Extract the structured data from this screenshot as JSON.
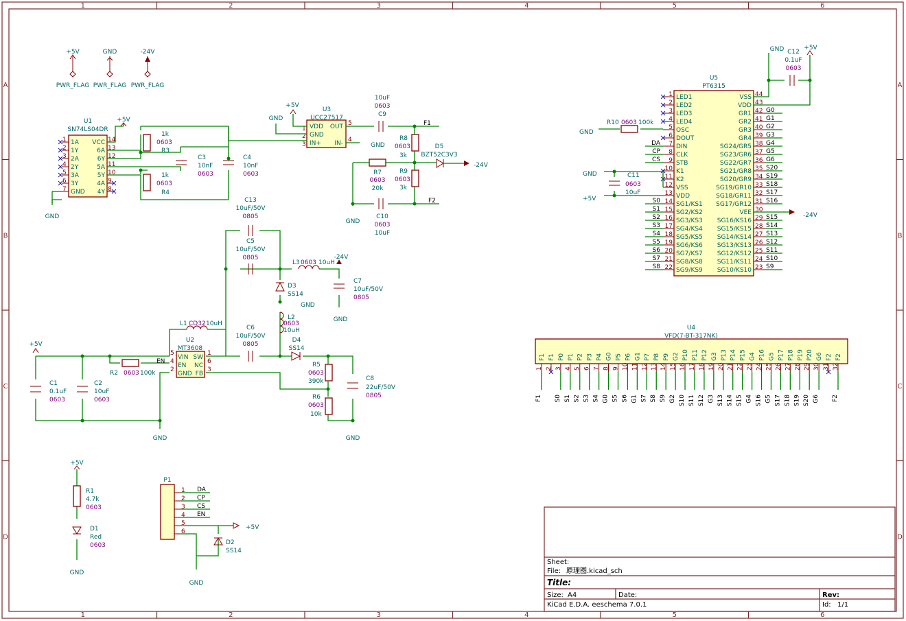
{
  "border": {
    "cols": [
      "1",
      "2",
      "3",
      "4",
      "5",
      "6"
    ],
    "rows": [
      "A",
      "B",
      "C",
      "D"
    ]
  },
  "power_flags": [
    {
      "net": "+5V",
      "label": "PWR_FLAG"
    },
    {
      "net": "GND",
      "label": "PWR_FLAG"
    },
    {
      "net": "-24V",
      "label": "PWR_FLAG"
    }
  ],
  "u1": {
    "ref": "U1",
    "value": "SN74LS04DR",
    "left_pins": [
      {
        "n": "1",
        "name": "1A"
      },
      {
        "n": "2",
        "name": "1Y"
      },
      {
        "n": "3",
        "name": "2A"
      },
      {
        "n": "4",
        "name": "2Y"
      },
      {
        "n": "5",
        "name": "3A"
      },
      {
        "n": "6",
        "name": "3Y"
      },
      {
        "n": "7",
        "name": "GND"
      }
    ],
    "right_pins": [
      {
        "n": "14",
        "name": "VCC"
      },
      {
        "n": "13",
        "name": "6A"
      },
      {
        "n": "12",
        "name": "6Y"
      },
      {
        "n": "11",
        "name": "5A"
      },
      {
        "n": "10",
        "name": "5Y"
      },
      {
        "n": "9",
        "name": "4A"
      },
      {
        "n": "8",
        "name": "4Y"
      }
    ]
  },
  "u3": {
    "ref": "U3",
    "value": "UCC27517",
    "pins": [
      {
        "n": "1",
        "name": "VDD"
      },
      {
        "n": "2",
        "name": "GND"
      },
      {
        "n": "3",
        "name": "IN+"
      },
      {
        "n": "5",
        "name": "OUT"
      },
      {
        "n": "4",
        "name": "IN-"
      }
    ]
  },
  "u2": {
    "ref": "U2",
    "value": "MT3608",
    "pins": [
      {
        "n": "5",
        "name": "VIN"
      },
      {
        "n": "4",
        "name": "EN"
      },
      {
        "n": "2",
        "name": "GND"
      },
      {
        "n": "1",
        "name": "SW"
      },
      {
        "n": "6",
        "name": "NC"
      },
      {
        "n": "3",
        "name": "FB"
      }
    ]
  },
  "u5": {
    "ref": "U5",
    "value": "PT6315",
    "left_pins": [
      {
        "n": "1",
        "name": "LED1"
      },
      {
        "n": "2",
        "name": "LED2"
      },
      {
        "n": "3",
        "name": "LED3"
      },
      {
        "n": "4",
        "name": "LED4"
      },
      {
        "n": "5",
        "name": "OSC"
      },
      {
        "n": "6",
        "name": "DOUT"
      },
      {
        "n": "7",
        "name": "DIN"
      },
      {
        "n": "8",
        "name": "CLK"
      },
      {
        "n": "9",
        "name": "STB"
      },
      {
        "n": "10",
        "name": "K1"
      },
      {
        "n": "11",
        "name": "K2"
      },
      {
        "n": "12",
        "name": "VSS"
      },
      {
        "n": "13",
        "name": "VDD"
      },
      {
        "n": "14",
        "name": "SG1/KS1"
      },
      {
        "n": "15",
        "name": "SG2/KS2"
      },
      {
        "n": "16",
        "name": "SG3/KS3"
      },
      {
        "n": "17",
        "name": "SG4/KS4"
      },
      {
        "n": "18",
        "name": "SG5/KS5"
      },
      {
        "n": "19",
        "name": "SG6/KS6"
      },
      {
        "n": "20",
        "name": "SG7/KS7"
      },
      {
        "n": "21",
        "name": "SG8/KS8"
      },
      {
        "n": "22",
        "name": "SG9/KS9"
      }
    ],
    "right_pins": [
      {
        "n": "44",
        "name": "VSS"
      },
      {
        "n": "43",
        "name": "VDD"
      },
      {
        "n": "42",
        "name": "GR1"
      },
      {
        "n": "41",
        "name": "GR2"
      },
      {
        "n": "40",
        "name": "GR3"
      },
      {
        "n": "39",
        "name": "GR4"
      },
      {
        "n": "38",
        "name": "SG24/GR5"
      },
      {
        "n": "37",
        "name": "SG23/GR6"
      },
      {
        "n": "36",
        "name": "SG22/GR7"
      },
      {
        "n": "35",
        "name": "SG21/GR8"
      },
      {
        "n": "34",
        "name": "SG20/GR9"
      },
      {
        "n": "33",
        "name": "SG19/GR10"
      },
      {
        "n": "32",
        "name": "SG18/GR11"
      },
      {
        "n": "31",
        "name": "SG17/GR12"
      },
      {
        "n": "30",
        "name": "VEE"
      },
      {
        "n": "29",
        "name": "SG16/KS16"
      },
      {
        "n": "28",
        "name": "SG15/KS15"
      },
      {
        "n": "27",
        "name": "SG14/KS14"
      },
      {
        "n": "26",
        "name": "SG13/KS13"
      },
      {
        "n": "25",
        "name": "SG12/KS12"
      },
      {
        "n": "24",
        "name": "SG11/KS11"
      },
      {
        "n": "23",
        "name": "SG10/KS10"
      }
    ],
    "left_nets": [
      "",
      "",
      "",
      "",
      "",
      "",
      "DA",
      "CP",
      "CS",
      "",
      "",
      "",
      "",
      "S0",
      "S1",
      "S2",
      "S3",
      "S4",
      "S5",
      "S6",
      "S7",
      "S8"
    ],
    "right_nets": [
      "",
      "",
      "G0",
      "G1",
      "G2",
      "G3",
      "G4",
      "G5",
      "G6",
      "S20",
      "S19",
      "S18",
      "S17",
      "S16",
      "",
      "S15",
      "S14",
      "S13",
      "S12",
      "S11",
      "S10",
      "S9"
    ]
  },
  "u4": {
    "ref": "U4",
    "value": "VFD(7-BT-317NK)",
    "pins": [
      {
        "n": "1",
        "name": "F1",
        "net": "F1"
      },
      {
        "n": "2",
        "name": "F1",
        "net": ""
      },
      {
        "n": "3",
        "name": "P0",
        "net": "S0"
      },
      {
        "n": "4",
        "name": "P1",
        "net": "S1"
      },
      {
        "n": "5",
        "name": "P2",
        "net": "S2"
      },
      {
        "n": "6",
        "name": "P3",
        "net": "S3"
      },
      {
        "n": "7",
        "name": "P4",
        "net": "S4"
      },
      {
        "n": "8",
        "name": "G0",
        "net": "G0"
      },
      {
        "n": "9",
        "name": "P5",
        "net": "S5"
      },
      {
        "n": "10",
        "name": "P6",
        "net": "S6"
      },
      {
        "n": "11",
        "name": "G1",
        "net": "G1"
      },
      {
        "n": "12",
        "name": "P7",
        "net": "S7"
      },
      {
        "n": "13",
        "name": "P8",
        "net": "S8"
      },
      {
        "n": "14",
        "name": "P9",
        "net": "S9"
      },
      {
        "n": "15",
        "name": "G2",
        "net": "G2"
      },
      {
        "n": "16",
        "name": "P10",
        "net": "S10"
      },
      {
        "n": "17",
        "name": "P11",
        "net": "S11"
      },
      {
        "n": "18",
        "name": "P12",
        "net": "S12"
      },
      {
        "n": "19",
        "name": "G3",
        "net": "G3"
      },
      {
        "n": "20",
        "name": "P13",
        "net": "S13"
      },
      {
        "n": "21",
        "name": "P14",
        "net": "S14"
      },
      {
        "n": "22",
        "name": "P15",
        "net": "S15"
      },
      {
        "n": "23",
        "name": "G4",
        "net": "G4"
      },
      {
        "n": "24",
        "name": "P16",
        "net": "S16"
      },
      {
        "n": "25",
        "name": "G5",
        "net": "G5"
      },
      {
        "n": "26",
        "name": "P17",
        "net": "S17"
      },
      {
        "n": "27",
        "name": "P18",
        "net": "S18"
      },
      {
        "n": "28",
        "name": "P19",
        "net": "S19"
      },
      {
        "n": "29",
        "name": "P20",
        "net": "S20"
      },
      {
        "n": "30",
        "name": "G6",
        "net": "G6"
      },
      {
        "n": "31",
        "name": "F2",
        "net": ""
      },
      {
        "n": "32",
        "name": "F2",
        "net": "F2"
      }
    ]
  },
  "p1": {
    "ref": "P1",
    "pins": [
      {
        "n": "1",
        "net": "DA"
      },
      {
        "n": "2",
        "net": "CP"
      },
      {
        "n": "3",
        "net": "CS"
      },
      {
        "n": "4",
        "net": "EN"
      },
      {
        "n": "5",
        "net": ""
      },
      {
        "n": "6",
        "net": ""
      }
    ]
  },
  "passives": {
    "r1": {
      "ref": "R1",
      "value": "4.7k",
      "fp": "0603"
    },
    "r2": {
      "ref": "R2",
      "value": "100k",
      "fp": "0603"
    },
    "r3": {
      "ref": "R3",
      "value": "1k",
      "fp": "0603"
    },
    "r4": {
      "ref": "R4",
      "value": "1k",
      "fp": "0603"
    },
    "r5": {
      "ref": "R5",
      "value": "390k",
      "fp": "0603"
    },
    "r6": {
      "ref": "R6",
      "value": "10k",
      "fp": "0603"
    },
    "r7": {
      "ref": "R7",
      "value": "20k",
      "fp": "0603"
    },
    "r8": {
      "ref": "R8",
      "value": "3k",
      "fp": "0603"
    },
    "r9": {
      "ref": "R9",
      "value": "3k",
      "fp": "0603"
    },
    "r10": {
      "ref": "R10",
      "value": "100k",
      "fp": "0603"
    },
    "c1": {
      "ref": "C1",
      "value": "0.1uF",
      "fp": "0603"
    },
    "c2": {
      "ref": "C2",
      "value": "10uF",
      "fp": "0603"
    },
    "c3": {
      "ref": "C3",
      "value": "10nF",
      "fp": "0603"
    },
    "c4": {
      "ref": "C4",
      "value": "10nF",
      "fp": "0603"
    },
    "c5": {
      "ref": "C5",
      "value": "10uF/50V",
      "fp": "0805"
    },
    "c6": {
      "ref": "C6",
      "value": "10uF/50V",
      "fp": "0805"
    },
    "c7": {
      "ref": "C7",
      "value": "10uF/50V",
      "fp": "0805"
    },
    "c8": {
      "ref": "C8",
      "value": "22uF/50V",
      "fp": "0805"
    },
    "c9": {
      "ref": "C9",
      "value": "10uF",
      "fp": "0603"
    },
    "c10": {
      "ref": "C10",
      "value": "10uF",
      "fp": "0603"
    },
    "c11": {
      "ref": "C11",
      "value": "10uF",
      "fp": "0603"
    },
    "c12": {
      "ref": "C12",
      "value": "0.1uF",
      "fp": "0603"
    },
    "c13": {
      "ref": "C13",
      "value": "10uF/50V",
      "fp": "0805"
    },
    "l1": {
      "ref": "L1",
      "value": "10uH",
      "fp": "CD32"
    },
    "l2": {
      "ref": "L2",
      "value": "10uH",
      "fp": "0603"
    },
    "l3": {
      "ref": "L3",
      "value": "10uH",
      "fp": "0603"
    },
    "d1": {
      "ref": "D1",
      "value": "Red",
      "fp": "0603"
    },
    "d2": {
      "ref": "D2",
      "value": "SS14"
    },
    "d3": {
      "ref": "D3",
      "value": "SS14"
    },
    "d4": {
      "ref": "D4",
      "value": "SS14"
    },
    "d5": {
      "ref": "D5",
      "value": "BZT52C3V3"
    }
  },
  "nets": {
    "vcc": "+5V",
    "gnd": "GND",
    "neg": "-24V",
    "f1": "F1",
    "f2": "F2",
    "en": "EN"
  },
  "title_block": {
    "sheet_label": "Sheet:",
    "file_label": "File:",
    "file_value": "原理图.kicad_sch",
    "title_label": "Title:",
    "size_label": "Size:",
    "size_value": "A4",
    "date_label": "Date:",
    "rev_label": "Rev:",
    "tool": "KiCad E.D.A.  eeschema 7.0.1",
    "id_label": "Id:",
    "id_value": "1/1"
  },
  "colors": {
    "wire": "#008400",
    "body": "#840000",
    "fill": "#ffffc2",
    "frame": "#7a2a2a",
    "ref": "#006464",
    "footprint": "#7a007a"
  }
}
